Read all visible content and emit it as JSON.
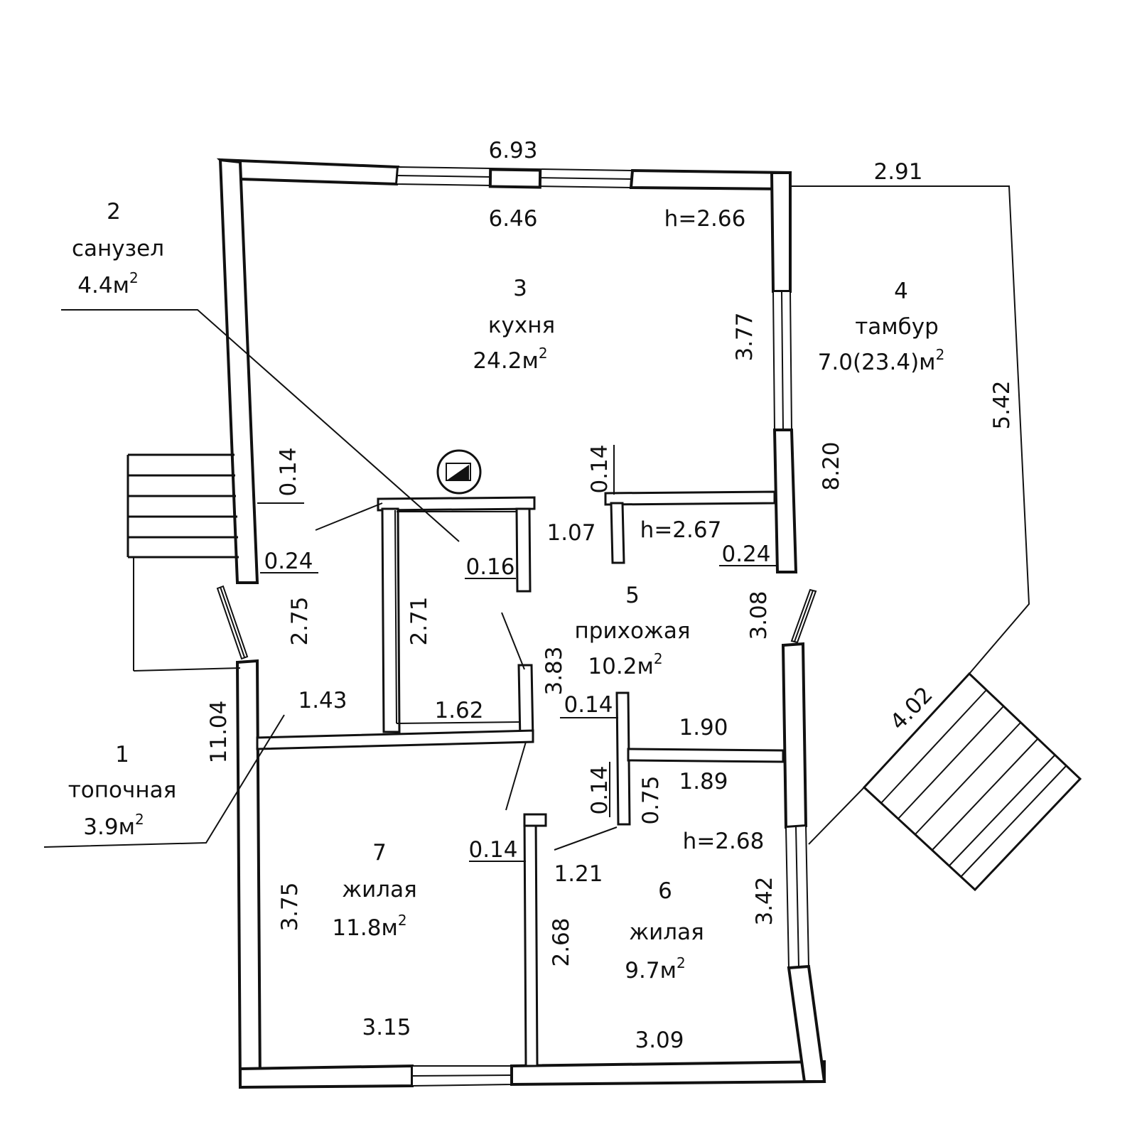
{
  "rooms": [
    {
      "num": "1",
      "name": "топочная",
      "area": "3.9м",
      "sup": "2"
    },
    {
      "num": "2",
      "name": "санузел",
      "area": "4.4м",
      "sup": "2"
    },
    {
      "num": "3",
      "name": "кухня",
      "area": "24.2м",
      "sup": "2"
    },
    {
      "num": "4",
      "name": "тамбур",
      "area": "7.0(23.4)м",
      "sup": "2"
    },
    {
      "num": "5",
      "name": "прихожая",
      "area": "10.2м",
      "sup": "2"
    },
    {
      "num": "6",
      "name": "жилая",
      "area": "9.7м",
      "sup": "2"
    },
    {
      "num": "7",
      "name": "жилая",
      "area": "11.8м",
      "sup": "2"
    }
  ],
  "dimensions": {
    "d693": "6.93",
    "d646": "6.46",
    "h266": "h=2.66",
    "d291": "2.91",
    "d377": "3.77",
    "d542": "5.42",
    "d820": "8.20",
    "d014a": "0.14",
    "d014b": "0.14",
    "d024a": "0.24",
    "d024b": "0.24",
    "d107": "1.07",
    "h267": "h=2.67",
    "d016": "0.16",
    "d275": "2.75",
    "d271": "2.71",
    "d308": "3.08",
    "d383": "3.83",
    "d143": "1.43",
    "d162": "1.62",
    "d1104": "11.04",
    "d014c": "0.14",
    "d190": "1.90",
    "d189": "1.89",
    "d014d": "0.14",
    "d075": "0.75",
    "h268": "h=2.68",
    "d014e": "0.14",
    "d121": "1.21",
    "d375": "3.75",
    "d268": "2.68",
    "d342": "3.42",
    "d402": "4.02",
    "d315": "3.15",
    "d309": "3.09"
  }
}
